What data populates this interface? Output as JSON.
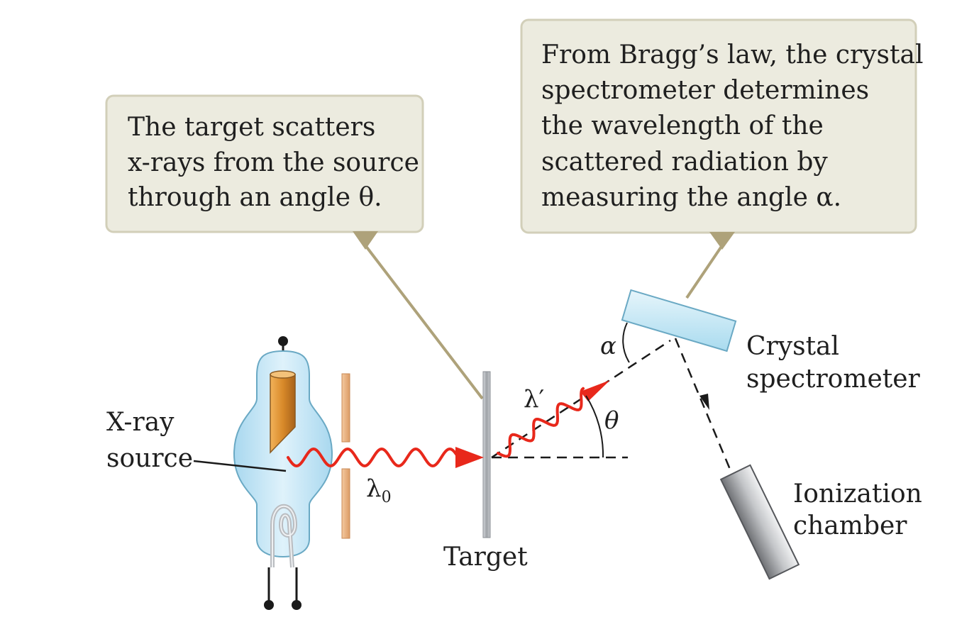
{
  "callouts": {
    "target": {
      "lines": [
        "The target scatters",
        "x-rays from the source",
        "through an angle θ."
      ]
    },
    "spectrometer": {
      "lines": [
        "From Bragg’s law, the crystal",
        "spectrometer determines",
        "the wavelength of the",
        "scattered radiation by",
        "measuring the angle α."
      ]
    }
  },
  "labels": {
    "xray_source": [
      "X-ray",
      "source"
    ],
    "target": "Target",
    "crystal_spectrometer": [
      "Crystal",
      "spectrometer"
    ],
    "ionization_chamber": [
      "Ionization",
      "chamber"
    ]
  },
  "symbols": {
    "lambda_incident": "λ",
    "lambda_incident_sub": "0",
    "lambda_scattered": "λ′",
    "theta": "θ",
    "alpha": "α"
  },
  "colors": {
    "callout_fill": "#ecebdf",
    "callout_border": "#cfcbb4",
    "pointer": "#aea27a",
    "wave": "#e8281b",
    "tube_glass": "#bfe3f3",
    "tube_outline": "#6aa9c4",
    "anode": "#d98c2c",
    "slit": "#e9b58a",
    "crystal": "#cdeaf6",
    "chamber": "#9a9a9a",
    "target_plate": "#a9adb2"
  }
}
